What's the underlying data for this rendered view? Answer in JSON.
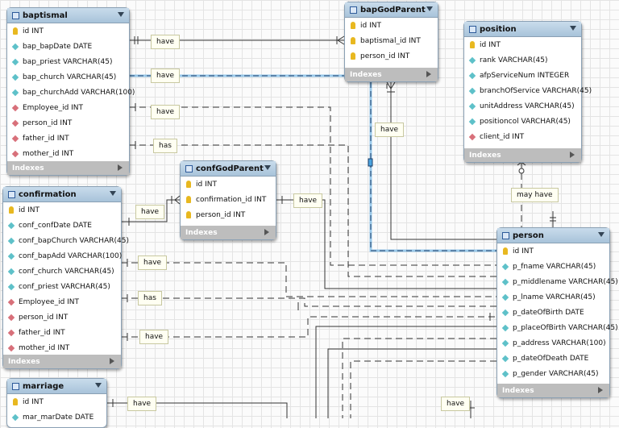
{
  "tables": {
    "baptismal": {
      "title": "baptismal",
      "footer": "Indexes",
      "cols": [
        "id INT",
        "bap_bapDate DATE",
        "bap_priest VARCHAR(45)",
        "bap_church VARCHAR(45)",
        "bap_churchAdd VARCHAR(100)",
        "Employee_id INT",
        "person_id INT",
        "father_id INT",
        "mother_id INT"
      ]
    },
    "bapGodParent": {
      "title": "bapGodParent",
      "footer": "Indexes",
      "cols": [
        "id INT",
        "baptismal_id INT",
        "person_id INT"
      ]
    },
    "position": {
      "title": "position",
      "footer": "Indexes",
      "cols": [
        "id INT",
        "rank VARCHAR(45)",
        "afpServiceNum INTEGER",
        "branchOfService VARCHAR(45)",
        "unitAddress VARCHAR(45)",
        "positioncol VARCHAR(45)",
        "client_id INT"
      ]
    },
    "confGodParent": {
      "title": "confGodParent",
      "footer": "Indexes",
      "cols": [
        "id INT",
        "confirmation_id INT",
        "person_id INT"
      ]
    },
    "confirmation": {
      "title": "confirmation",
      "footer": "Indexes",
      "cols": [
        "id INT",
        "conf_confDate DATE",
        "conf_bapChurch VARCHAR(45)",
        "conf_bapAdd VARCHAR(100)",
        "conf_church VARCHAR(45)",
        "conf_priest VARCHAR(45)",
        "Employee_id INT",
        "person_id INT",
        "father_id INT",
        "mother_id INT"
      ]
    },
    "person": {
      "title": "person",
      "footer": "Indexes",
      "cols": [
        "id INT",
        "p_fname VARCHAR(45)",
        "p_middlename VARCHAR(45)",
        "p_lname VARCHAR(45)",
        "p_dateOfBirth DATE",
        "p_placeOfBirth VARCHAR(45)",
        "p_address VARCHAR(100)",
        "p_dateOfDeath DATE",
        "p_gender VARCHAR(45)"
      ]
    },
    "marriage": {
      "title": "marriage",
      "cols": [
        "id INT",
        "mar_marDate DATE"
      ]
    }
  },
  "labels": {
    "have1": "have",
    "have2": "have",
    "have3": "have",
    "has1": "has",
    "have4": "have",
    "have5": "have",
    "may_have": "may have",
    "have6": "have",
    "have7": "have",
    "has2": "has",
    "have8": "have",
    "have9": "have",
    "have10": "have"
  }
}
